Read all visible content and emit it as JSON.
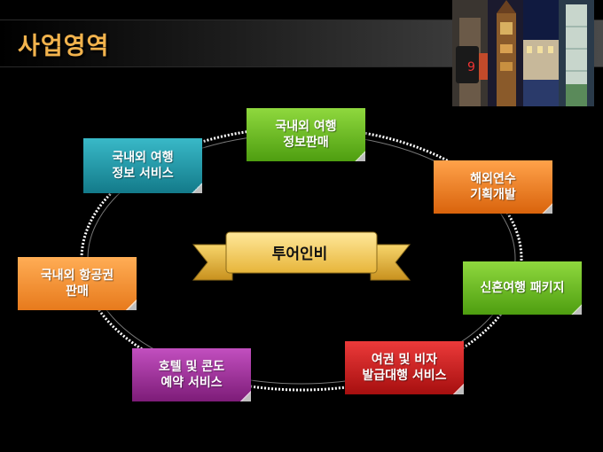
{
  "header": {
    "title": "사업영역"
  },
  "center": {
    "label": "투어인비"
  },
  "boxes": [
    {
      "key": "info-sales",
      "line1": "국내외 여행",
      "line2": "정보판매",
      "color": "green"
    },
    {
      "key": "training",
      "line1": "해외연수",
      "line2": "기획개발",
      "color": "orange"
    },
    {
      "key": "honeymoon",
      "line1": "신혼여행 패키지",
      "line2": "",
      "color": "green"
    },
    {
      "key": "passport",
      "line1": "여권 및 비자",
      "line2": "발급대행 서비스",
      "color": "red"
    },
    {
      "key": "hotel",
      "line1": "호텔 및 콘도",
      "line2": "예약 서비스",
      "color": "purple"
    },
    {
      "key": "airline",
      "line1": "국내외 항공권",
      "line2": "판매",
      "color": "orange"
    },
    {
      "key": "info-service",
      "line1": "국내외 여행",
      "line2": "정보 서비스",
      "color": "teal"
    }
  ]
}
